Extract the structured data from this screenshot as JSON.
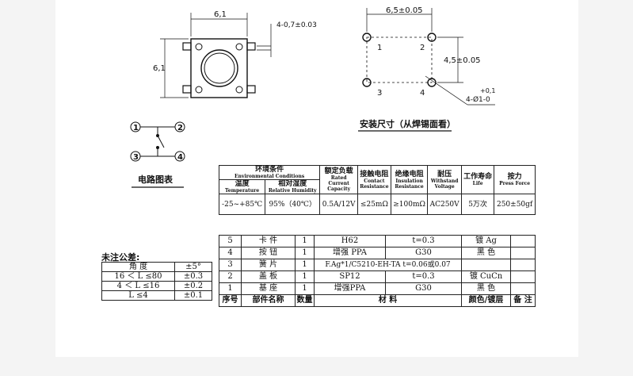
{
  "top_view": {
    "width_dim": "6,1",
    "height_dim": "6,1",
    "pin_note": "4-0,7±0.03"
  },
  "mounting": {
    "spacing_x": "6,5±0.05",
    "spacing_y": "4,5±0.05",
    "hole_note": "4-Ø1-0",
    "hole_tol": "+0,1",
    "pin_labels": [
      "1",
      "2",
      "3",
      "4"
    ],
    "title": "安装尺寸（从焊锡面看）"
  },
  "circuit": {
    "title": "电路图表",
    "pins": [
      "1",
      "2",
      "3",
      "4"
    ]
  },
  "tolerance": {
    "title": "未注公差:",
    "rows": [
      [
        "角    度",
        "±5°"
      ],
      [
        "16 ＜ L ≤80",
        "±0.3"
      ],
      [
        "4 ＜ L ≤16",
        "±0.2"
      ],
      [
        "L ≤4",
        "±0.1"
      ]
    ]
  },
  "spec_table": {
    "env_cn": "环境条件",
    "env_en": "Environmental Conditions",
    "temp_cn": "温度",
    "temp_en": "Temperature",
    "hum_cn": "相对湿度",
    "hum_en": "Relative Humidity",
    "rated_cn": "额定负载",
    "rated_en1": "Rated",
    "rated_en2": "Current",
    "rated_en3": "Capacity",
    "contact_cn": "接触电阻",
    "contact_en1": "Contact",
    "contact_en2": "Resistance",
    "ins_cn": "绝缘电阻",
    "ins_en1": "Insulation",
    "ins_en2": "Resistance",
    "wv_cn": "耐压",
    "wv_en1": "Withstand",
    "wv_en2": "Voltage",
    "life_cn": "工作寿命",
    "life_en": "Life",
    "force_cn": "按力",
    "force_en": "Press Force",
    "values": [
      "-25~+85℃",
      "95%（40℃）",
      "0.5A/12V",
      "≤25mΩ",
      "≥100mΩ",
      "AC250V",
      "5万次",
      "250±50gf"
    ]
  },
  "parts_table": {
    "rows": [
      [
        "5",
        "卡  件",
        "1",
        "H62",
        "t=0.3",
        "镀 Ag"
      ],
      [
        "4",
        "按  钮",
        "1",
        "增强   PPA",
        "G30",
        "黑  色"
      ],
      [
        "3",
        "簧  片",
        "1",
        "F.Ag*1/C5210-EH-TA",
        "t=0.06或0.07",
        ""
      ],
      [
        "2",
        "盖  板",
        "1",
        "SP12",
        "t=0.3",
        "镀 CuCn"
      ],
      [
        "1",
        "基  座",
        "1",
        "增强PPA",
        "G30",
        "黑  色"
      ]
    ],
    "header": [
      "序号",
      "部件名称",
      "数量",
      "材    料",
      "颜色/镀层",
      "备  注"
    ]
  }
}
